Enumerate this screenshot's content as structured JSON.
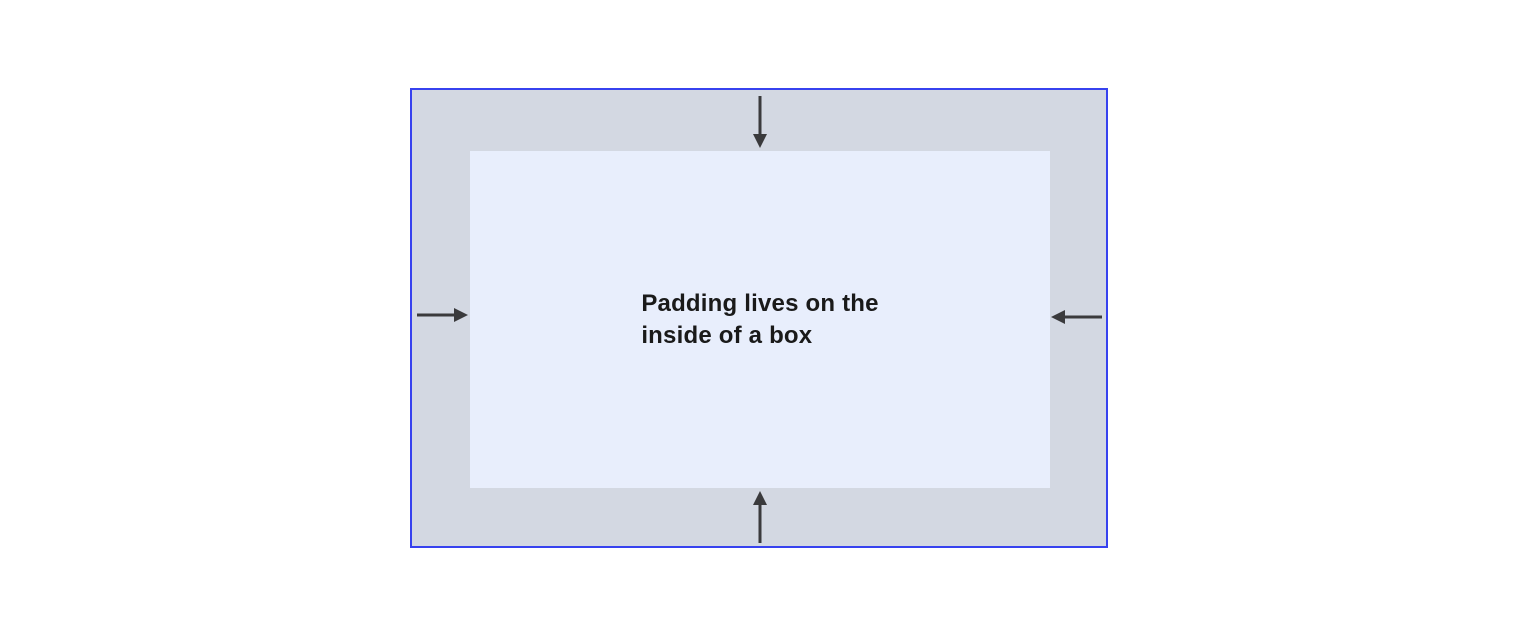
{
  "diagram": {
    "title": "CSS padding box-model diagram",
    "label_line1": "Padding lives on the",
    "label_line2": "inside of a box",
    "regions": {
      "padding_area": "padding region between border and content",
      "content_area": "content box"
    },
    "arrows": [
      {
        "name": "top-padding-arrow",
        "direction": "down"
      },
      {
        "name": "right-padding-arrow",
        "direction": "left"
      },
      {
        "name": "bottom-padding-arrow",
        "direction": "up"
      },
      {
        "name": "left-padding-arrow",
        "direction": "right"
      }
    ],
    "colors": {
      "border_color": "#3742ef",
      "padding_area_color": "#d3d8e2",
      "content_area_color": "#e8eefc",
      "arrow_color": "#3a3a3c",
      "text_color": "#1a1a1a",
      "page_bg": "#ffffff"
    }
  }
}
